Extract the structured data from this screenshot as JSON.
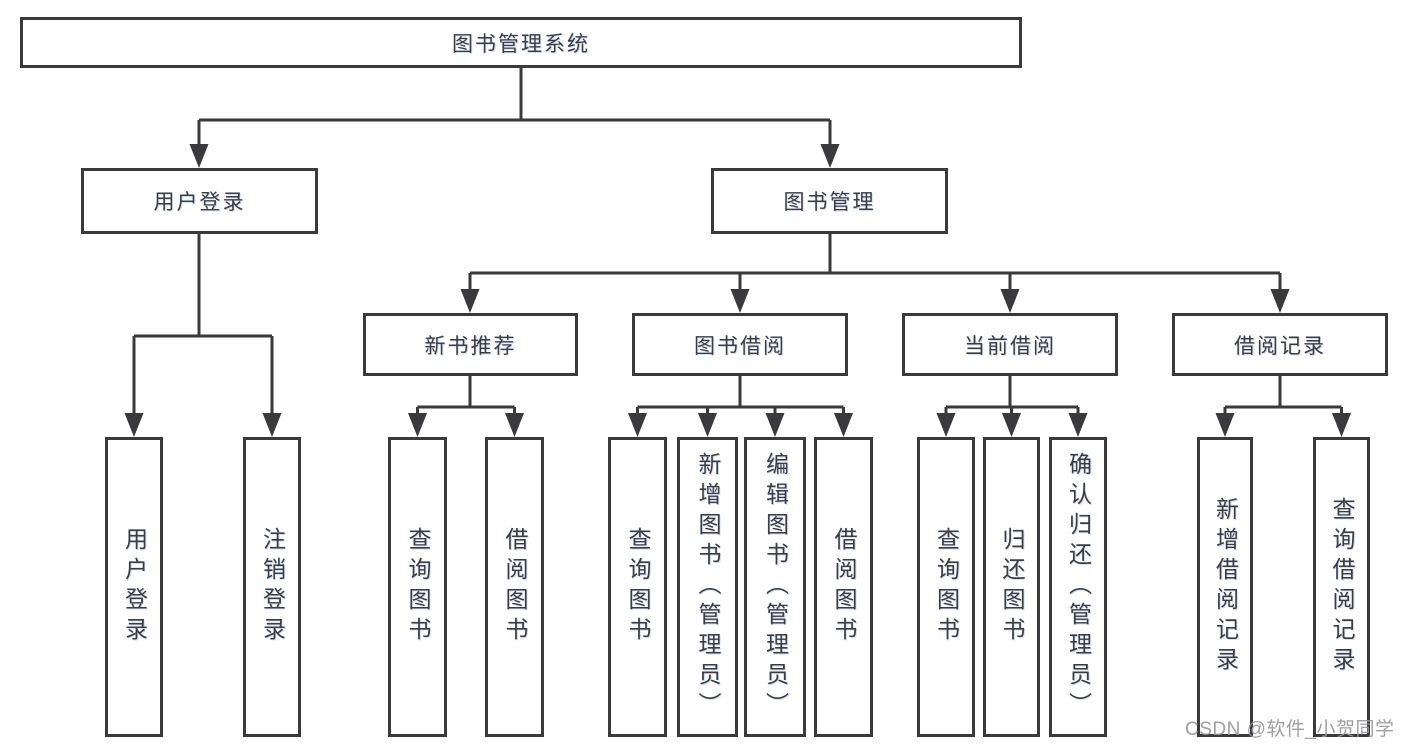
{
  "diagram_title": "图书管理系统",
  "nodes": {
    "root": "图书管理系统",
    "userLogin": {
      "label": "用户登录",
      "children": [
        "用户登录",
        "注销登录"
      ]
    },
    "bookManagement": {
      "label": "图书管理",
      "newBookRecommend": {
        "label": "新书推荐",
        "children": [
          "查询图书",
          "借阅图书"
        ]
      },
      "bookBorrowing": {
        "label": "图书借阅",
        "children": [
          "查询图书",
          "新增图书（管理员）",
          "编辑图书（管理员）",
          "借阅图书"
        ]
      },
      "currentBorrowing": {
        "label": "当前借阅",
        "children": [
          "查询图书",
          "归还图书",
          "确认归还（管理员）"
        ]
      },
      "borrowingRecords": {
        "label": "借阅记录",
        "children": [
          "新增借阅记录",
          "查询借阅记录"
        ]
      }
    }
  },
  "watermark": "CSDN @软件_小贺同学",
  "colors": {
    "line": "#3a3a3c",
    "text": "#3b3d43",
    "background": "#ffffff",
    "watermark": "#98989b"
  }
}
